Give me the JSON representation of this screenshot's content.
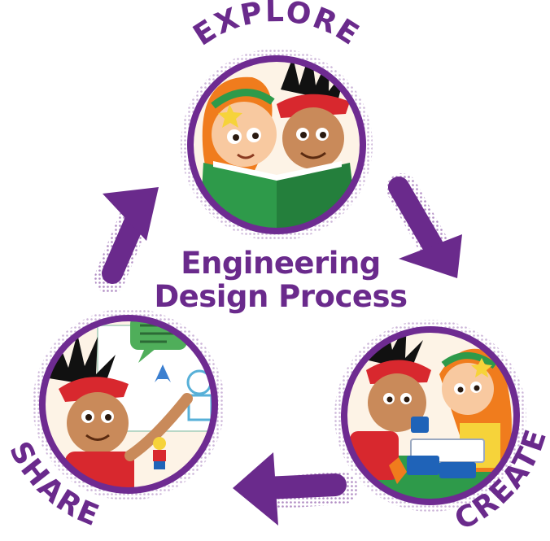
{
  "diagram": {
    "title_line1": "Engineering",
    "title_line2": "Design Process",
    "stages": [
      {
        "label": "EXPLORE",
        "image": "children reading a green book"
      },
      {
        "label": "CREATE",
        "image": "children building with bricks"
      },
      {
        "label": "SHARE",
        "image": "child presenting a minifigure with a speech bubble"
      }
    ],
    "colors": {
      "purple": "#6a2a8c",
      "ring": "#6e2b91",
      "book_green": "#2e9a4a",
      "hat_red": "#d8282e",
      "hair_orange": "#f07c1d",
      "skin_light": "#f8c9a0",
      "skin_tan": "#c98a5a"
    },
    "icons": [
      "arrow-icon",
      "speech-bubble-icon",
      "rocket-icon",
      "star-icon"
    ]
  }
}
